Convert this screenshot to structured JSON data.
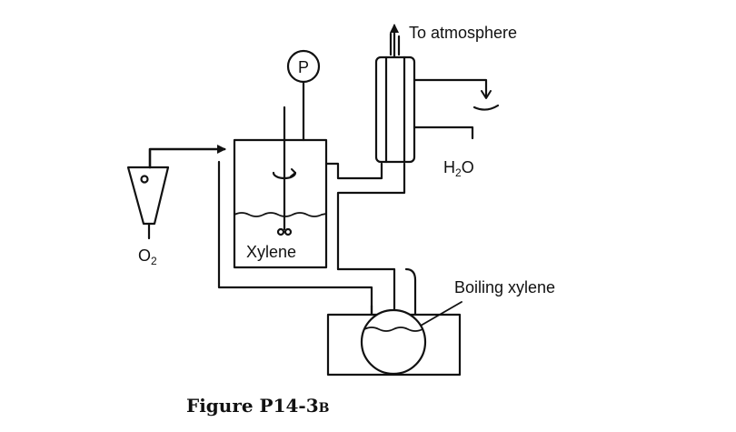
{
  "labels": {
    "to_atmosphere": "To atmosphere",
    "h2o_main": "H",
    "h2o_sub": "2",
    "h2o_tail": "O",
    "o2_main": "O",
    "o2_sub": "2",
    "pressure_gauge": "P",
    "xylene": "Xylene",
    "boiling_xylene": "Boiling xylene"
  },
  "caption": {
    "main": "Figure P14-3",
    "sub": "B"
  }
}
